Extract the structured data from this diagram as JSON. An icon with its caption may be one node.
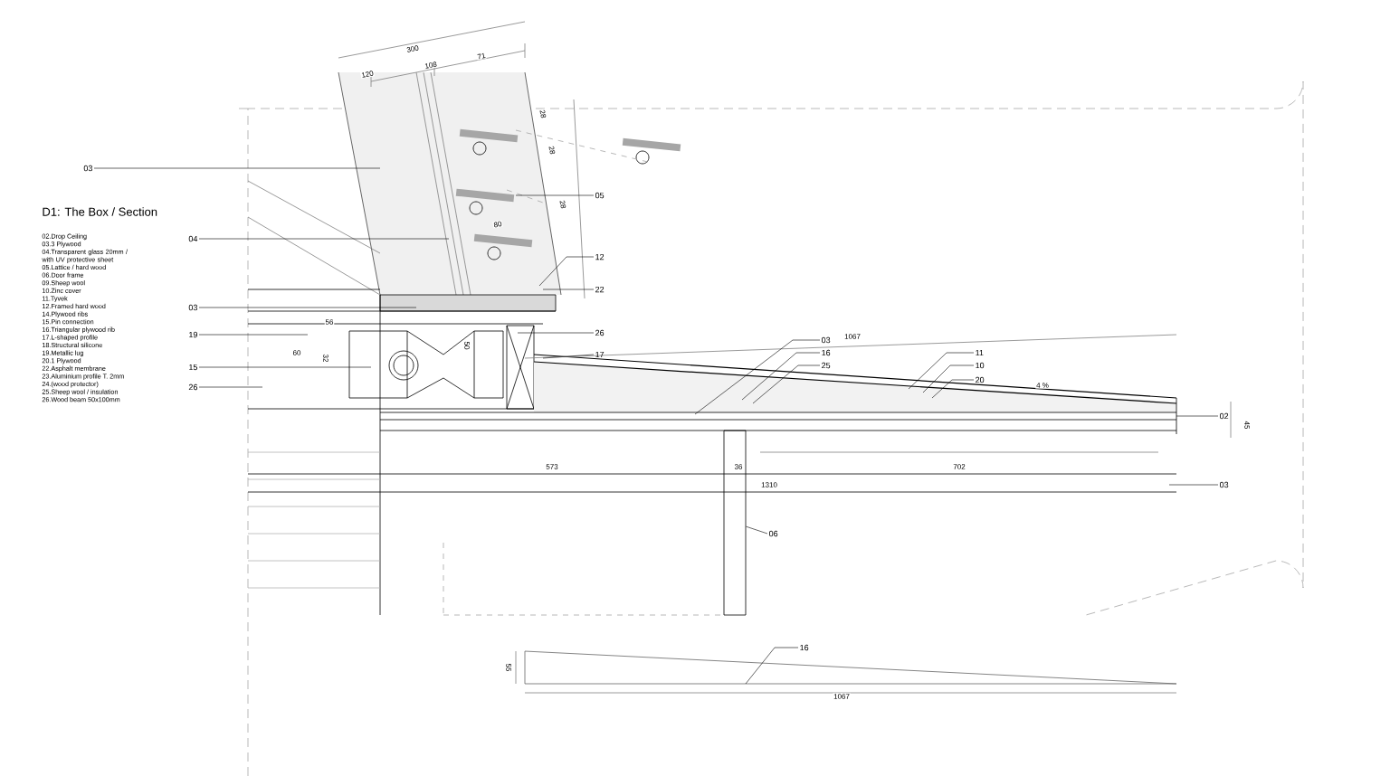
{
  "diagram": {
    "title": "D1: The Box / Section",
    "nodes": [
      {
        "text": [
          "03"
        ]
      },
      {
        "text": [
          "04"
        ]
      },
      {
        "text": [
          "03"
        ]
      },
      {
        "text": [
          "19"
        ]
      },
      {
        "text": [
          "15"
        ]
      },
      {
        "text": [
          "26"
        ]
      },
      {
        "text": [
          "05"
        ]
      },
      {
        "text": [
          "12"
        ]
      },
      {
        "text": [
          "22"
        ]
      },
      {
        "text": [
          "26"
        ]
      },
      {
        "text": [
          "17"
        ]
      },
      {
        "text": [
          "03"
        ]
      },
      {
        "text": [
          "16"
        ]
      },
      {
        "text": [
          "25"
        ]
      },
      {
        "text": [
          "11"
        ]
      },
      {
        "text": [
          "10"
        ]
      },
      {
        "text": [
          "20"
        ]
      },
      {
        "text": [
          "02"
        ]
      },
      {
        "text": [
          "03"
        ]
      },
      {
        "text": [
          "06"
        ]
      },
      {
        "text": [
          "16"
        ]
      },
      {
        "text": [],
        "shape": "box"
      }
    ],
    "edges": [
      {
        "from": 0,
        "to": null,
        "arrow": "none"
      },
      {
        "from": 1,
        "to": null,
        "arrow": "none"
      },
      {
        "from": 2,
        "to": null,
        "arrow": "none"
      },
      {
        "from": 3,
        "to": null,
        "arrow": "none"
      },
      {
        "from": 4,
        "to": null,
        "arrow": "none"
      },
      {
        "from": 5,
        "to": null,
        "arrow": "none"
      },
      {
        "from": 6,
        "to": null,
        "arrow": "none"
      },
      {
        "from": 7,
        "to": null,
        "arrow": "none"
      },
      {
        "from": 8,
        "to": null,
        "arrow": "none"
      },
      {
        "from": 9,
        "to": null,
        "arrow": "none"
      },
      {
        "from": 10,
        "to": null,
        "arrow": "none"
      },
      {
        "from": 11,
        "to": null,
        "arrow": "none"
      },
      {
        "from": 12,
        "to": null,
        "arrow": "none"
      },
      {
        "from": 13,
        "to": null,
        "arrow": "none"
      },
      {
        "from": 14,
        "to": null,
        "arrow": "none"
      },
      {
        "from": 15,
        "to": null,
        "arrow": "none"
      },
      {
        "from": 16,
        "to": null,
        "arrow": "none"
      },
      {
        "from": 17,
        "to": null,
        "arrow": "none"
      },
      {
        "from": 18,
        "to": null,
        "arrow": "none"
      },
      {
        "from": 19,
        "to": 21,
        "arrow": "none"
      },
      {
        "from": 20,
        "to": null,
        "arrow": "none"
      }
    ],
    "labels": [
      "02.Drop Ceiling",
      "03.3 Plywood",
      "04.Transparent glass 20mm / with UV protective sheet",
      "05.Lattice / hard wood",
      "06.Door frame",
      "09.Sheep wool",
      "10.Zinc cover",
      "11.Tyvek",
      "12.Framed hard wood",
      "14.Plywood ribs",
      "15.Pin connection",
      "16.Triangular plywood rib",
      "17.L-shaped profile",
      "18.Structural silicone",
      "19.Metallic lug",
      "20.1 Plywood",
      "22.Asphalt membrane",
      "23.Aluminium profile T. 2mm",
      "24.(wood protector)",
      "25.Sheep wool / insulation",
      "26.Wood beam 50x100mm",
      "300",
      "120",
      "108",
      "71",
      "28",
      "28",
      "28",
      "80",
      "56",
      "60",
      "32",
      "50",
      "1067",
      "4 %",
      "45",
      "573",
      "36",
      "702",
      "1310",
      "55",
      "1067"
    ]
  }
}
